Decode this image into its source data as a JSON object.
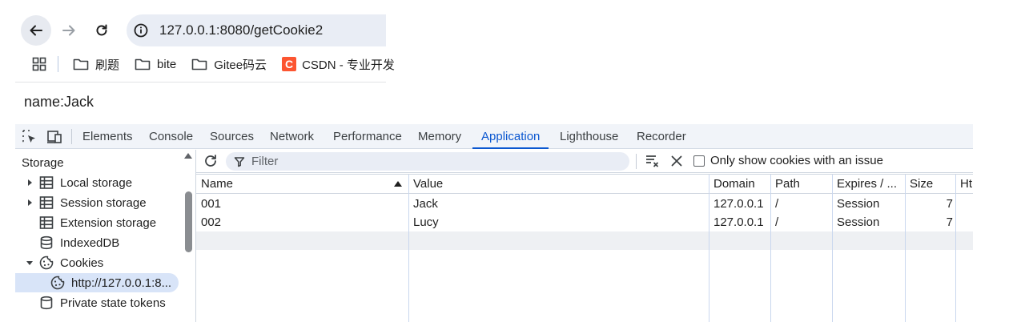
{
  "browser": {
    "url": "127.0.0.1:8080/getCookie2",
    "bookmarks": [
      {
        "label": "刷题",
        "icon": "folder-icon"
      },
      {
        "label": "bite",
        "icon": "folder-icon"
      },
      {
        "label": "Gitee码云",
        "icon": "folder-icon"
      },
      {
        "label": "CSDN - 专业开发",
        "icon": "csdn-logo-icon",
        "logo_letter": "C",
        "logo_color": "#fc5531"
      }
    ]
  },
  "page": {
    "body_text": "name:Jack"
  },
  "devtools": {
    "accent_color": "#0b57d0",
    "tabs": [
      "Elements",
      "Console",
      "Sources",
      "Network",
      "Performance",
      "Memory",
      "Application",
      "Lighthouse",
      "Recorder"
    ],
    "active_tab": "Application",
    "sidebar": {
      "heading": "Storage",
      "items": [
        {
          "label": "Local storage",
          "icon": "table-icon",
          "expandable": true,
          "expanded": false
        },
        {
          "label": "Session storage",
          "icon": "table-icon",
          "expandable": true,
          "expanded": false
        },
        {
          "label": "Extension storage",
          "icon": "table-icon",
          "expandable": false
        },
        {
          "label": "IndexedDB",
          "icon": "database-icon",
          "expandable": false
        },
        {
          "label": "Cookies",
          "icon": "cookie-icon",
          "expandable": true,
          "expanded": true
        },
        {
          "label": "http://127.0.0.1:8...",
          "icon": "cookie-icon",
          "selected": true
        },
        {
          "label": "Private state tokens",
          "icon": "database-icon",
          "expandable": false
        }
      ]
    },
    "cookies": {
      "filter_placeholder": "Filter",
      "filter_value": "",
      "only_issues_label": "Only show cookies with an issue",
      "only_issues_checked": false,
      "columns": [
        "Name",
        "Value",
        "Domain",
        "Path",
        "Expires / ...",
        "Size",
        "Ht"
      ],
      "sort_column": "Name",
      "sort_direction": "ascending",
      "rows": [
        {
          "name": "001",
          "value": "Jack",
          "domain": "127.0.0.1",
          "path": "/",
          "expires": "Session",
          "size": "7"
        },
        {
          "name": "002",
          "value": "Lucy",
          "domain": "127.0.0.1",
          "path": "/",
          "expires": "Session",
          "size": "7"
        }
      ]
    }
  }
}
